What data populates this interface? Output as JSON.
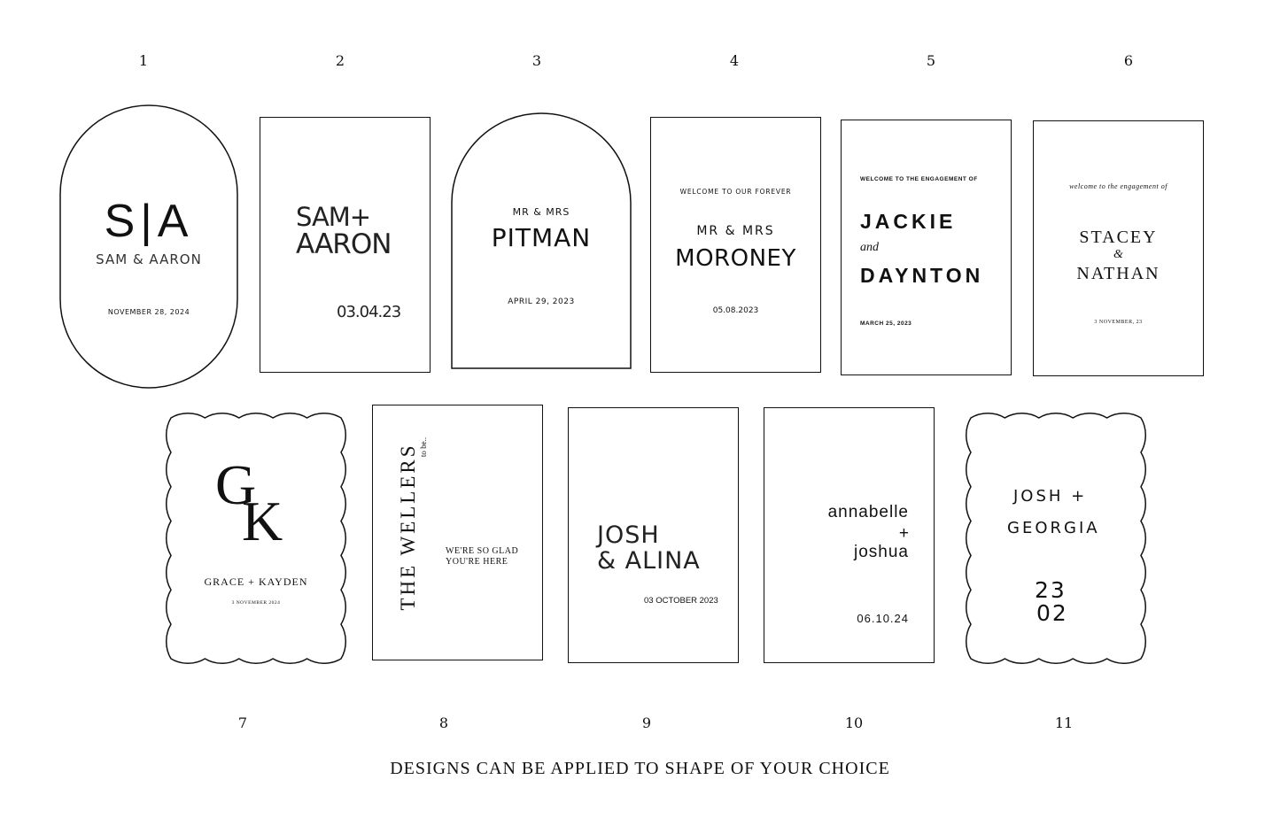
{
  "design_numbers": [
    "1",
    "2",
    "3",
    "4",
    "5",
    "6",
    "7",
    "8",
    "9",
    "10",
    "11"
  ],
  "designs": {
    "d1": {
      "monogram": "S|A",
      "names": "SAM & AARON",
      "date": "NOVEMBER 28, 2024"
    },
    "d2": {
      "name1": "SAM+",
      "name2": "AARON",
      "date": "03.04.23"
    },
    "d3": {
      "title": "MR & MRS",
      "surname": "PITMAN",
      "date": "APRIL 29, 2023"
    },
    "d4": {
      "welcome": "WELCOME TO OUR FOREVER",
      "title": "MR & MRS",
      "surname": "MORONEY",
      "date": "05.08.2023"
    },
    "d5": {
      "welcome": "WELCOME TO THE ENGAGEMENT OF",
      "name1": "JACKIE",
      "and": "and",
      "name2": "DAYNTON",
      "date": "MARCH 25, 2023"
    },
    "d6": {
      "welcome": "welcome to the engagement of",
      "name1": "STACEY",
      "amp": "&",
      "name2": "NATHAN",
      "date": "3 NOVEMBER, 23"
    },
    "d7": {
      "mono1": "G",
      "mono2": "K",
      "names": "GRACE + KAYDEN",
      "date": "3 NOVEMBER 2024"
    },
    "d8": {
      "surname": "THE WELLERS",
      "tobe": "to be..",
      "line1": "WE'RE SO GLAD",
      "line2": "YOU'RE HERE"
    },
    "d9": {
      "name1": "JOSH",
      "name2": "& ALINA",
      "date": "03 OCTOBER 2023"
    },
    "d10": {
      "name1": "annabelle",
      "plus": "+",
      "name2": "joshua",
      "date": "06.10.24"
    },
    "d11": {
      "name1": "JOSH +",
      "name2": "GEORGIA",
      "day": "23",
      "month": "02"
    }
  },
  "footer": "DESIGNS CAN BE APPLIED TO SHAPE OF YOUR CHOICE"
}
